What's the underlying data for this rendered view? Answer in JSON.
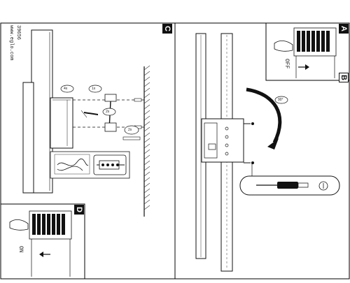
{
  "panels": {
    "a": {
      "label": "A",
      "off_text": "OFF"
    },
    "b": {
      "label": "B",
      "rotation": "90°"
    },
    "c": {
      "label": "C",
      "url": "www.eglo.com",
      "model": "39656",
      "callouts": [
        "4x",
        "1x",
        "2x",
        "2x"
      ]
    },
    "d": {
      "label": "D",
      "on_text": "ON"
    }
  },
  "colors": {
    "line": "#111111",
    "frame": "#000000",
    "marker_bg": "#111111",
    "paper": "#ffffff"
  }
}
